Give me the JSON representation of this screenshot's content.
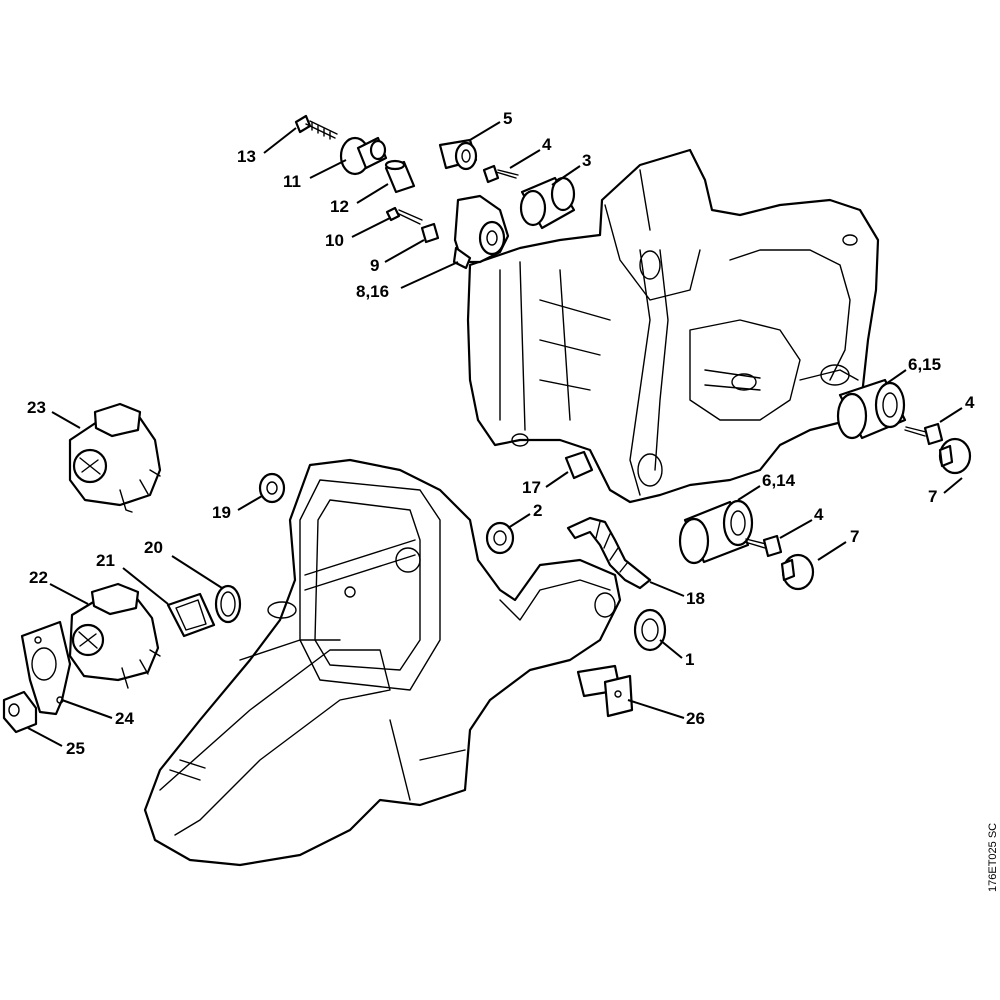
{
  "diagram": {
    "drawing_code": "176ET025 SC",
    "callouts": [
      {
        "id": "c13",
        "label": "13"
      },
      {
        "id": "c11",
        "label": "11"
      },
      {
        "id": "c12",
        "label": "12"
      },
      {
        "id": "c10",
        "label": "10"
      },
      {
        "id": "c9",
        "label": "9"
      },
      {
        "id": "c8_16",
        "label": "8,16"
      },
      {
        "id": "c5",
        "label": "5"
      },
      {
        "id": "c4a",
        "label": "4"
      },
      {
        "id": "c3",
        "label": "3"
      },
      {
        "id": "c6_15",
        "label": "6,15"
      },
      {
        "id": "c4b",
        "label": "4"
      },
      {
        "id": "c7a",
        "label": "7"
      },
      {
        "id": "c6_14",
        "label": "6,14"
      },
      {
        "id": "c4c",
        "label": "4"
      },
      {
        "id": "c7b",
        "label": "7"
      },
      {
        "id": "c17",
        "label": "17"
      },
      {
        "id": "c2",
        "label": "2"
      },
      {
        "id": "c18",
        "label": "18"
      },
      {
        "id": "c1",
        "label": "1"
      },
      {
        "id": "c26",
        "label": "26"
      },
      {
        "id": "c23",
        "label": "23"
      },
      {
        "id": "c19",
        "label": "19"
      },
      {
        "id": "c21",
        "label": "21"
      },
      {
        "id": "c20",
        "label": "20"
      },
      {
        "id": "c22",
        "label": "22"
      },
      {
        "id": "c24",
        "label": "24"
      },
      {
        "id": "c25",
        "label": "25"
      }
    ]
  }
}
